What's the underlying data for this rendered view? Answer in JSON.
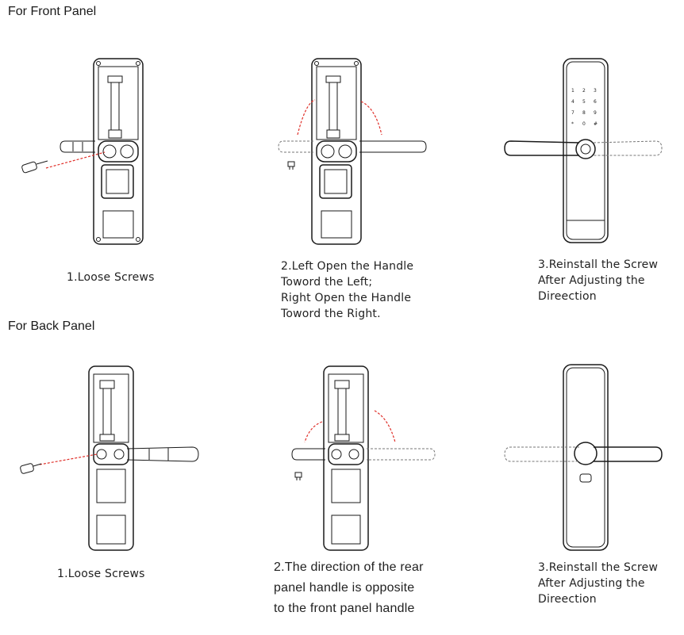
{
  "front": {
    "title": "For Front Panel",
    "steps": [
      {
        "lines": [
          "1.Loose Screws"
        ]
      },
      {
        "lines": [
          "2.Left Open the Handle",
          "Toword the Left;",
          "Right Open the Handle",
          "Toword the Right."
        ]
      },
      {
        "lines": [
          "3.Reinstall the Screw",
          "After Adjusting the",
          "Direection"
        ]
      }
    ]
  },
  "back": {
    "title": "For Back  Panel",
    "steps": [
      {
        "lines": [
          "1.Loose Screws"
        ]
      },
      {
        "lines": [
          "2.The direction of the rear",
          "panel handle is  opposite",
          "to the front panel handle"
        ]
      },
      {
        "lines": [
          "3.Reinstall the Screw",
          "After Adjusting the",
          "Direection"
        ]
      }
    ]
  },
  "keypad": {
    "keys": [
      "1",
      "2",
      "3",
      "4",
      "5",
      "6",
      "7",
      "8",
      "9",
      "*",
      "0",
      "#"
    ]
  },
  "colors": {
    "line": "#1a1a1a",
    "arrow": "#e0302a",
    "ghost": "#777777"
  },
  "icons": [
    "screwdriver-icon",
    "screw-icon",
    "curved-arrow-icon"
  ]
}
